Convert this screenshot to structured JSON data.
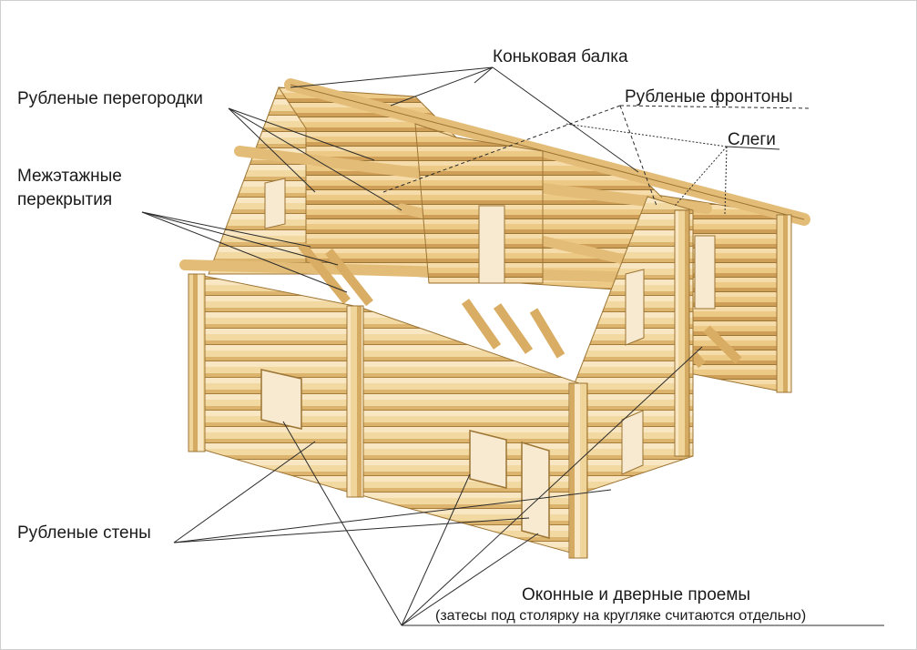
{
  "labels": {
    "ridge_beam": "Коньковая балка",
    "partitions": "Рубленые перегородки",
    "gables": "Рубленые фронтоны",
    "purlins": "Слеги",
    "floors_line1": "Межэтажные",
    "floors_line2": "перекрытия",
    "walls": "Рубленые стены",
    "openings": "Оконные и дверные проемы",
    "openings_note": "(затесы под столярку на кругляке считаются отдельно)"
  },
  "colors": {
    "log_light": "#f5dfae",
    "log_mid": "#e9c985",
    "log_dark": "#c99a52",
    "log_outline": "#9c7434",
    "leader": "#2b2b2b"
  }
}
